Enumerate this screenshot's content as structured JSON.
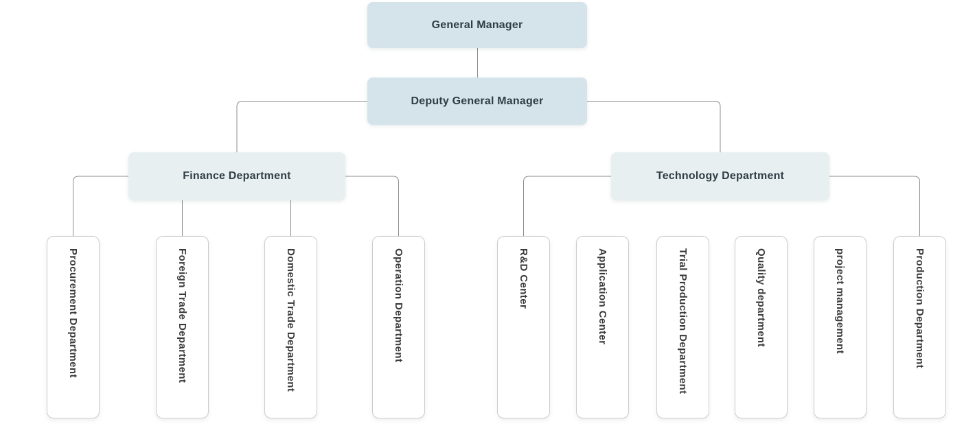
{
  "org_chart": {
    "nodes": {
      "general_manager": "General Manager",
      "deputy_general_manager": "Deputy General Manager",
      "finance_department": "Finance Department",
      "technology_department": "Technology Department"
    },
    "finance_children": [
      "Procurement Department",
      "Foreign Trade Department",
      "Domestic Trade Department",
      "Operation Department"
    ],
    "technology_children": [
      "R&D Center",
      "Application Center",
      "Trial Production Department",
      "Quality department",
      "project management",
      "Production Department"
    ],
    "colors": {
      "executive_fill": "#d5e4ea",
      "department_fill": "#e7eff1",
      "box_text": "#2f3e46",
      "leaf_text": "#3b3b3b",
      "leaf_border": "#cccccc",
      "connector": "#8c8c8c",
      "background": "#ffffff"
    }
  }
}
